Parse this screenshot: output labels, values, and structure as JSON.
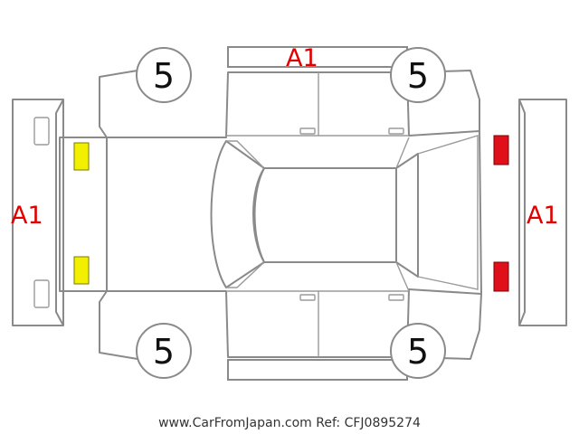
{
  "colors": {
    "outline": "#8a8a8a",
    "grade_text": "#e00000",
    "yellow_marker": "#f2f000",
    "red_marker": "#e0101a"
  },
  "grades": {
    "roof": "A1",
    "front_bumper": "A1",
    "rear_bumper": "A1"
  },
  "tires": {
    "front_left": "5",
    "rear_left": "5",
    "front_right": "5",
    "rear_right": "5"
  },
  "markers": {
    "front_lamps": {
      "color_name": "yellow",
      "count": 2
    },
    "rear_lamps": {
      "color_name": "red",
      "count": 2
    }
  },
  "footer": {
    "watermark": "www.CarFromJapan.com Ref: CFJ0895274"
  }
}
